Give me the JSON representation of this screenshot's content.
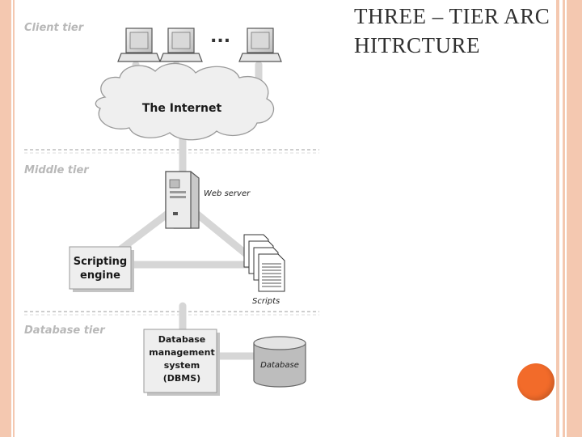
{
  "slide": {
    "title": "THREE – TIER ARCHITRCTURE"
  },
  "diagram": {
    "tiers": {
      "client": "Client tier",
      "middle": "Middle tier",
      "database": "Database tier"
    },
    "ellipsis": "...",
    "internet": "The Internet",
    "web_server": "Web server",
    "scripting_engine": [
      "Scripting",
      "engine"
    ],
    "scripts": "Scripts",
    "dbms": [
      "Database",
      "management",
      "system",
      "(DBMS)"
    ],
    "database": "Database"
  },
  "colors": {
    "accent_orange": "#f26b2a",
    "border_peach": "#f4c8b0",
    "connector_gray": "#d6d6d6",
    "box_fill": "#eeeeee"
  }
}
